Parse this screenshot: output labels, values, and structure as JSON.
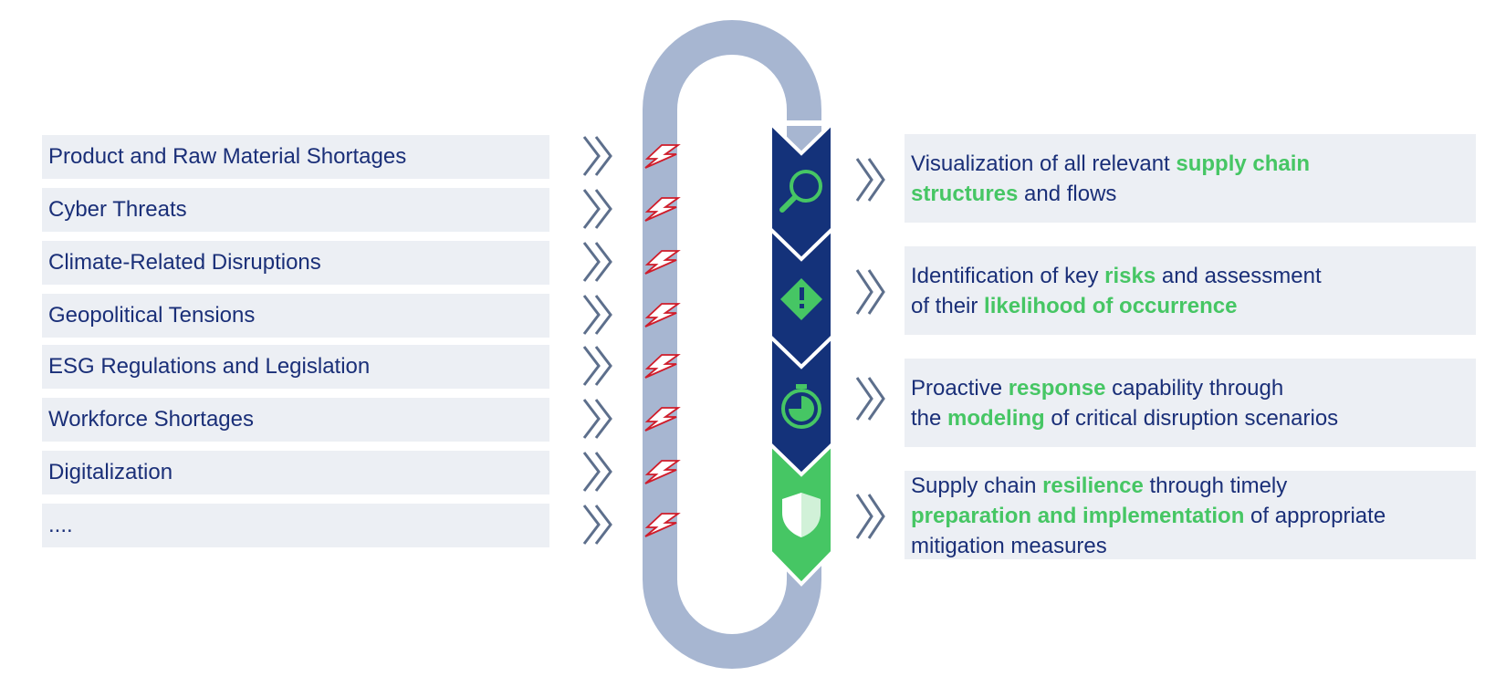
{
  "colors": {
    "navy": "#14327a",
    "green": "#46c664",
    "loop": "#a7b6d1",
    "box_bg": "#eceff4",
    "text": "#1a2f78",
    "bolt": "#d01c2a",
    "arrow": "#5d6f8c"
  },
  "challenges": [
    "Product and Raw Material Shortages",
    "Cyber Threats",
    "Climate-Related Disruptions",
    "Geopolitical Tensions",
    "ESG Regulations and Legislation",
    "Workforce Shortages",
    "Digitalization",
    "...."
  ],
  "steps": [
    {
      "icon": "magnifier-icon",
      "lines": [
        [
          {
            "t": "Visualization of all relevant ",
            "hl": false
          },
          {
            "t": "supply chain",
            "hl": true
          }
        ],
        [
          {
            "t": "structures",
            "hl": true
          },
          {
            "t": " and flows",
            "hl": false
          }
        ]
      ]
    },
    {
      "icon": "warning-diamond-icon",
      "lines": [
        [
          {
            "t": "Identification of key ",
            "hl": false
          },
          {
            "t": "risks",
            "hl": true
          },
          {
            "t": " and assessment",
            "hl": false
          }
        ],
        [
          {
            "t": "of their ",
            "hl": false
          },
          {
            "t": "likelihood of occurrence",
            "hl": true
          }
        ]
      ]
    },
    {
      "icon": "stopwatch-icon",
      "lines": [
        [
          {
            "t": "Proactive ",
            "hl": false
          },
          {
            "t": "response",
            "hl": true
          },
          {
            "t": " capability through",
            "hl": false
          }
        ],
        [
          {
            "t": "the ",
            "hl": false
          },
          {
            "t": "modeling",
            "hl": true
          },
          {
            "t": " of critical disruption scenarios",
            "hl": false
          }
        ]
      ]
    },
    {
      "icon": "shield-icon",
      "lines": [
        [
          {
            "t": "Supply chain ",
            "hl": false
          },
          {
            "t": "resilience",
            "hl": true
          },
          {
            "t": " through timely",
            "hl": false
          }
        ],
        [
          {
            "t": "preparation and implementation",
            "hl": true
          },
          {
            "t": " of appropriate",
            "hl": false
          }
        ],
        [
          {
            "t": "mitigation measures",
            "hl": false
          }
        ]
      ]
    }
  ]
}
